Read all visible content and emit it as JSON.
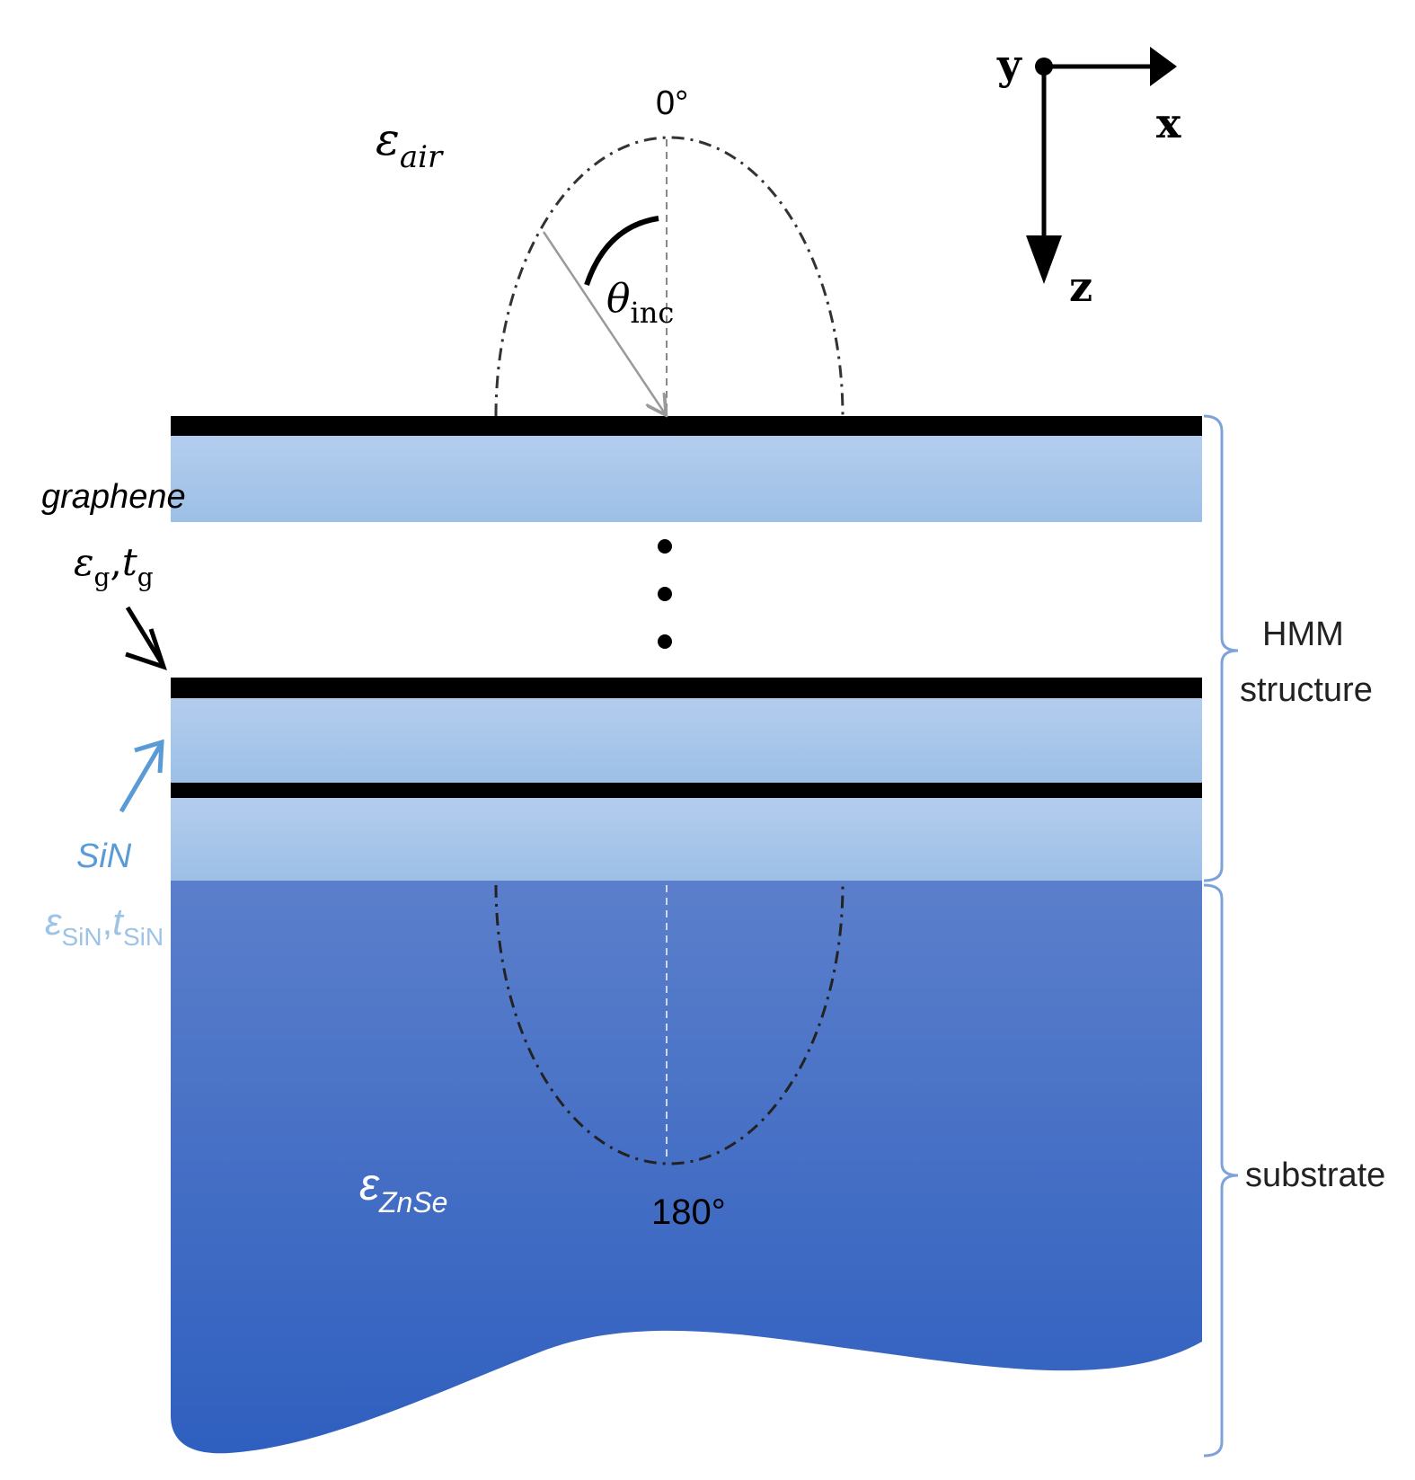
{
  "angles": {
    "top": "0°",
    "bottom": "180°"
  },
  "axes": {
    "x": "x",
    "y": "y",
    "z": "z"
  },
  "media": {
    "air": {
      "symbol": "ε",
      "subscript": "air"
    },
    "substrate": {
      "symbol": "ε",
      "subscript": "ZnSe"
    }
  },
  "incidence": {
    "symbol": "θ",
    "subscript": "inc"
  },
  "graphene": {
    "name": "graphene",
    "eps_symbol": "ε",
    "eps_sub": "g",
    "separator": ",",
    "t_symbol": "t",
    "t_sub": "g"
  },
  "sin": {
    "name": "SiN",
    "eps_symbol": "ε",
    "eps_sub": "SiN",
    "separator": ",",
    "t_symbol": "t",
    "t_sub": "SiN"
  },
  "brackets": {
    "hmm_line1": "HMM",
    "hmm_line2": "structure",
    "substrate": "substrate"
  },
  "colors": {
    "graphene_layer": "#000000",
    "sin_layer": "#a9c6ea",
    "substrate_top": "#5b7fcb",
    "substrate_bottom": "#2f5fbf",
    "bracket": "#7fa3d9",
    "sin_label": "#5b9bd5",
    "sin_params": "#9dc3e6",
    "ray": "#9a9a9a"
  }
}
